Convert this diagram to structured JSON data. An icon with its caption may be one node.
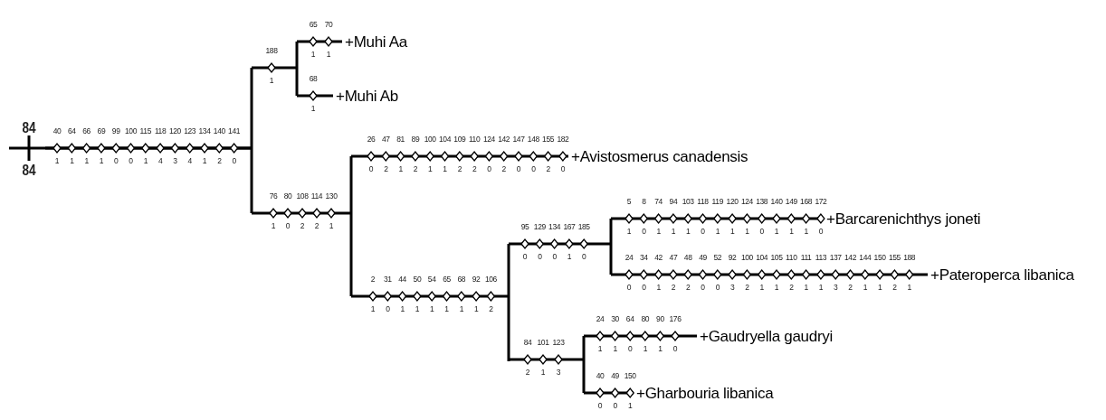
{
  "diagram": {
    "nodes": [
      {
        "text": [
          "+Muhi Aa"
        ]
      },
      {
        "text": [
          "+Muhi Ab"
        ]
      },
      {
        "text": [
          "+Avistosmerus canadensis"
        ]
      },
      {
        "text": [
          "+Barcarenichthys joneti"
        ]
      },
      {
        "text": [
          "+Pateroperca libanica"
        ]
      },
      {
        "text": [
          "+Gaudryella gaudryi"
        ]
      },
      {
        "text": [
          "+Gharbouria libanica"
        ]
      }
    ],
    "edges": [],
    "labels": [
      "84",
      "84",
      "40",
      "64",
      "66",
      "69",
      "99",
      "100",
      "115",
      "118",
      "120",
      "123",
      "134",
      "140",
      "141",
      "1",
      "1",
      "1",
      "1",
      "0",
      "0",
      "1",
      "4",
      "3",
      "4",
      "1",
      "2",
      "0",
      "188",
      "1",
      "65",
      "70",
      "1",
      "1",
      "68",
      "1",
      "76",
      "80",
      "108",
      "114",
      "130",
      "1",
      "0",
      "2",
      "2",
      "1",
      "26",
      "47",
      "81",
      "89",
      "100",
      "104",
      "109",
      "110",
      "124",
      "142",
      "147",
      "148",
      "155",
      "182",
      "0",
      "2",
      "1",
      "2",
      "1",
      "1",
      "2",
      "2",
      "0",
      "2",
      "0",
      "0",
      "2",
      "0",
      "2",
      "31",
      "44",
      "50",
      "54",
      "65",
      "68",
      "92",
      "106",
      "1",
      "0",
      "1",
      "1",
      "1",
      "1",
      "1",
      "1",
      "2",
      "95",
      "129",
      "134",
      "167",
      "185",
      "0",
      "0",
      "0",
      "1",
      "0",
      "5",
      "8",
      "74",
      "94",
      "103",
      "118",
      "119",
      "120",
      "124",
      "138",
      "140",
      "149",
      "168",
      "172",
      "1",
      "0",
      "1",
      "1",
      "1",
      "0",
      "1",
      "1",
      "1",
      "0",
      "1",
      "1",
      "1",
      "0",
      "24",
      "34",
      "42",
      "47",
      "48",
      "49",
      "52",
      "92",
      "100",
      "104",
      "105",
      "110",
      "111",
      "113",
      "137",
      "142",
      "144",
      "150",
      "155",
      "188",
      "0",
      "0",
      "1",
      "2",
      "2",
      "0",
      "0",
      "3",
      "2",
      "1",
      "1",
      "2",
      "1",
      "1",
      "3",
      "2",
      "1",
      "1",
      "2",
      "1",
      "84",
      "101",
      "123",
      "2",
      "1",
      "3",
      "24",
      "30",
      "64",
      "80",
      "90",
      "176",
      "1",
      "1",
      "0",
      "1",
      "1",
      "0",
      "40",
      "49",
      "150",
      "0",
      "0",
      "1"
    ]
  }
}
